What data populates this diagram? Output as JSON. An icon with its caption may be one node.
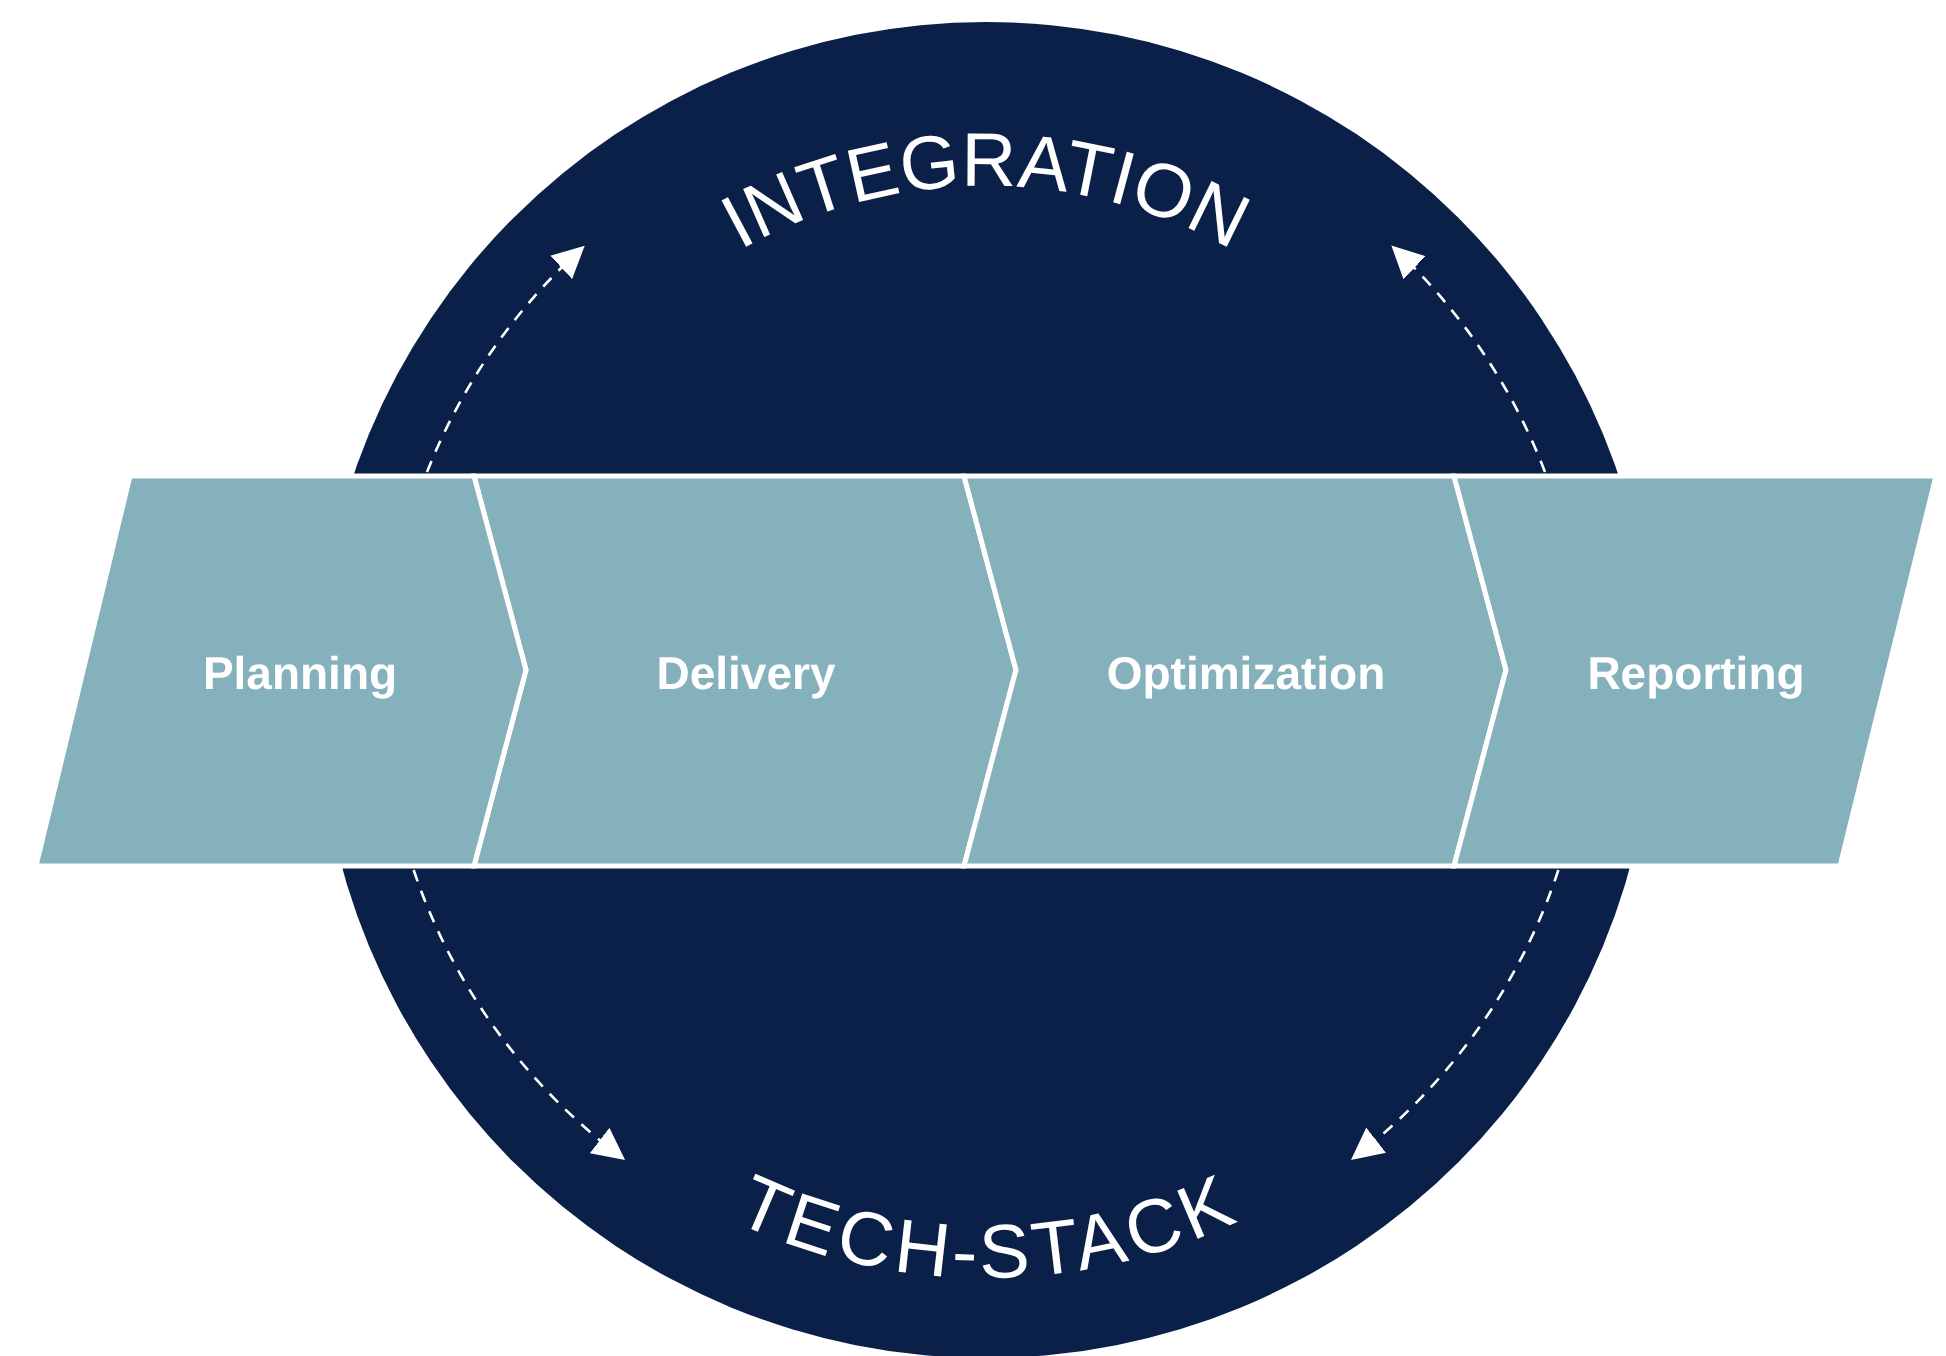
{
  "diagram": {
    "nodes": [
      {
        "text": [
          "INTEGRATION",
          "TECH-STACK"
        ]
      },
      {
        "text": [
          "Planning"
        ]
      },
      {
        "text": [
          "Delivery"
        ],
        "in": 0
      },
      {
        "text": [
          "Optimization"
        ],
        "in": 0
      },
      {
        "text": [
          "Reporting"
        ]
      }
    ],
    "edges": [
      {
        "from": 1,
        "to": 0,
        "arrow": "to",
        "style": "dashed"
      },
      {
        "from": 4,
        "to": 0,
        "arrow": "to",
        "style": "dashed"
      },
      {
        "from": 1,
        "to": 0,
        "arrow": "to",
        "style": "dashed"
      },
      {
        "from": 4,
        "to": 0,
        "arrow": "to",
        "style": "dashed"
      }
    ]
  }
}
